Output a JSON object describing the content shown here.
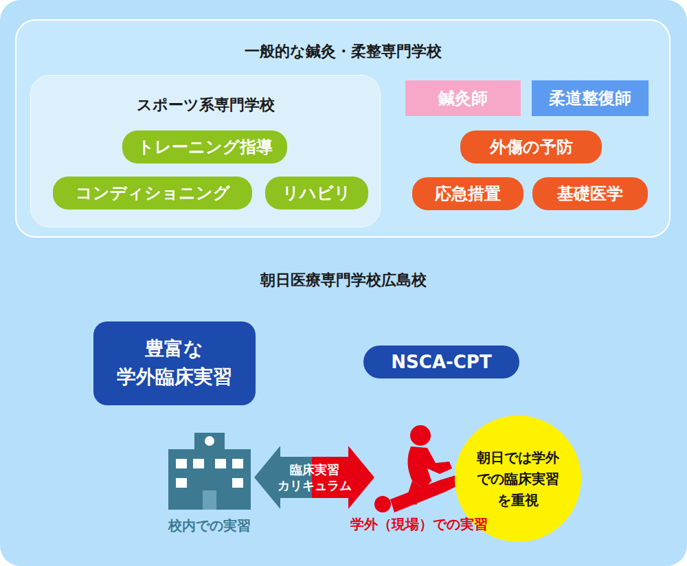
{
  "diagram": {
    "nodes": [
      {
        "text": [
          "朝日医療専門学校広島校"
        ]
      },
      {
        "text": [
          "一般的な鍼灸・柔整専門学校"
        ],
        "in": 0
      },
      {
        "text": [
          "スポーツ系専門学校"
        ],
        "in": 1
      },
      {
        "text": [
          "トレーニング指導"
        ],
        "in": 2
      },
      {
        "text": [
          "コンディショニング"
        ],
        "in": 2
      },
      {
        "text": [
          "リハビリ"
        ],
        "in": 2
      },
      {
        "text": [
          "鍼灸師"
        ],
        "in": 1
      },
      {
        "text": [
          "柔道整復師"
        ],
        "in": 1
      },
      {
        "text": [
          "外傷の予防"
        ],
        "in": 1
      },
      {
        "text": [
          "応急措置"
        ],
        "in": 1
      },
      {
        "text": [
          "基礎医学"
        ],
        "in": 1
      },
      {
        "text": [
          "豊富な 学外臨床実習"
        ],
        "in": 0
      },
      {
        "text": [
          "NSCA-CPT"
        ],
        "in": 0
      },
      {
        "text": [
          "校内での実習"
        ],
        "in": 0
      },
      {
        "text": [
          "学外（現場）での実習"
        ],
        "in": 0
      },
      {
        "text": [
          "朝日では学外 での臨床実習 を重視"
        ],
        "in": 0
      }
    ],
    "edges": [
      {
        "from": 13,
        "to": 14,
        "label": "臨床実習 カリキュラム",
        "arrow": "both"
      }
    ]
  }
}
